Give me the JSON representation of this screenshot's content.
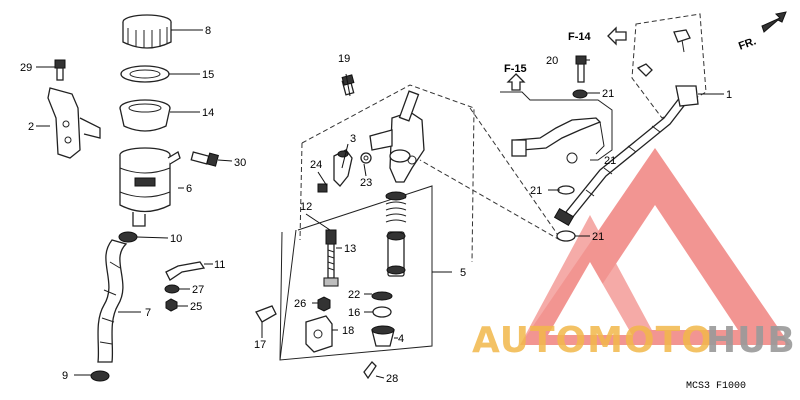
{
  "diagram": {
    "code_label": "MCS3  F1000",
    "direction_label": "FR.",
    "ref_labels": [
      "F-14",
      "F-15"
    ],
    "callouts": [
      "1",
      "2",
      "3",
      "4",
      "5",
      "6",
      "7",
      "8",
      "9",
      "10",
      "11",
      "12",
      "13",
      "14",
      "15",
      "16",
      "17",
      "18",
      "19",
      "20",
      "21",
      "21",
      "21",
      "21",
      "22",
      "23",
      "24",
      "25",
      "26",
      "27",
      "28",
      "29",
      "30"
    ]
  },
  "watermark": {
    "text_primary": "AUTOMOTO",
    "text_secondary": "HUB",
    "color_primary": "#f2b84b",
    "color_secondary": "#9a9a9a",
    "logo_color": "#e8403a"
  }
}
